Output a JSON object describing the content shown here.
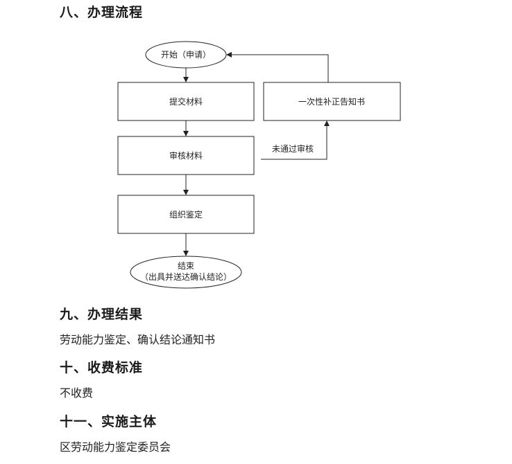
{
  "sections": {
    "process": {
      "heading": "八、办理流程"
    },
    "result": {
      "heading": "九、办理结果",
      "text": "劳动能力鉴定、确认结论通知书"
    },
    "fees": {
      "heading": "十、收费标准",
      "text": "不收费"
    },
    "authority": {
      "heading": "十一、实施主体",
      "text": "区劳动能力鉴定委员会"
    }
  },
  "flowchart": {
    "start": "开始（申请）",
    "submit": "提交材料",
    "review": "审核材料",
    "organize": "组织鉴定",
    "supplement": "一次性补正告知书",
    "fail_label": "未通过审核",
    "end_line1": "结束",
    "end_line2": "（出具并送达确认结论）"
  }
}
